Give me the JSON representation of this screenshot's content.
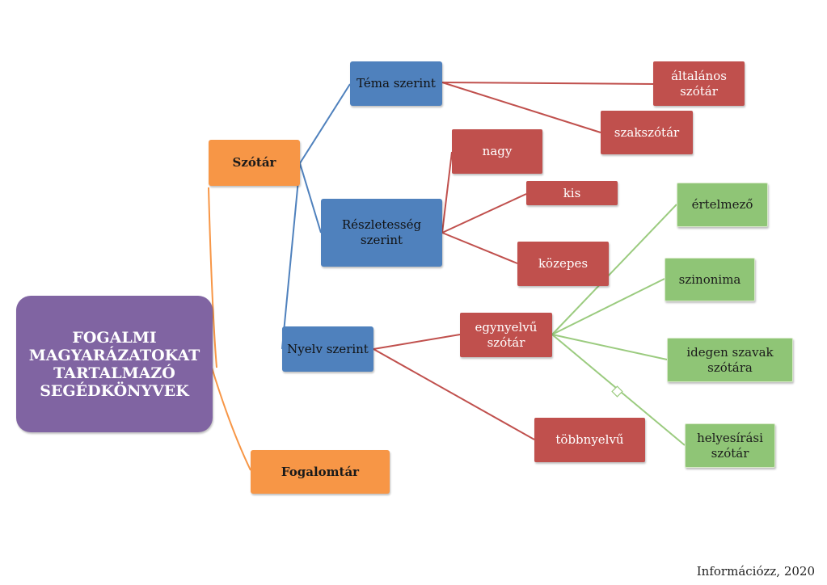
{
  "diagram": {
    "root": "FOGALMI\nMAGYARÁZATOKAT\nTARTALMAZÓ\nSEGÉDKÖNYVEK",
    "szotar": "Szótár",
    "fogalomtar": "Fogalomtár",
    "tema_szerint": "Téma szerint",
    "reszletesseg_szerint": "Részletesség szerint",
    "nyelv_szerint": "Nyelv szerint",
    "altalanos_szotar": "általános\nszótár",
    "szakszotar": "szakszótár",
    "nagy": "nagy",
    "kis": "kis",
    "kozepes": "közepes",
    "egynyelvu_szotar": "egynyelvű\nszótár",
    "tobbnyelvu": "többnyelvű",
    "ertelmezo": "értelmező",
    "szinonima": "szinonima",
    "idegen_szavak_szotara": "idegen szavak\nszótára",
    "helyesirasi_szotar": "helyesírási\nszótár"
  },
  "credit": "Információzz, 2020",
  "colors": {
    "root": "#8064a2",
    "level1": "#f79646",
    "level2": "#4f81bd",
    "level3": "#c0504d",
    "level4": "#8fc576"
  }
}
